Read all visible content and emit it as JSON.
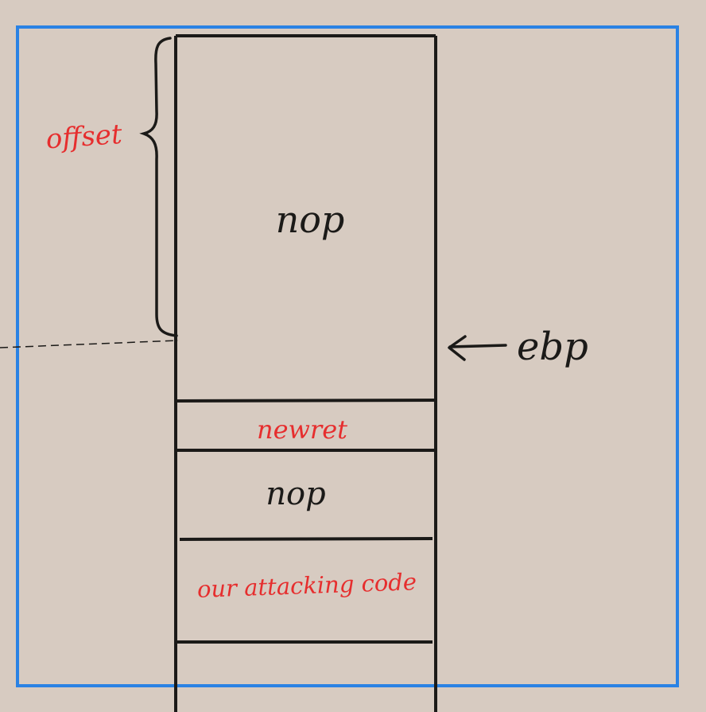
{
  "colors": {
    "background": "#d7cbc1",
    "frame": "#2a82e4",
    "ink": "#1b1a18",
    "red": "#e62e2e"
  },
  "labels": {
    "offset": "offset",
    "nop_top": "nop",
    "ebp": "ebp",
    "newret": "newret",
    "nop_bottom": "nop",
    "attack_code": "our attacking code"
  }
}
